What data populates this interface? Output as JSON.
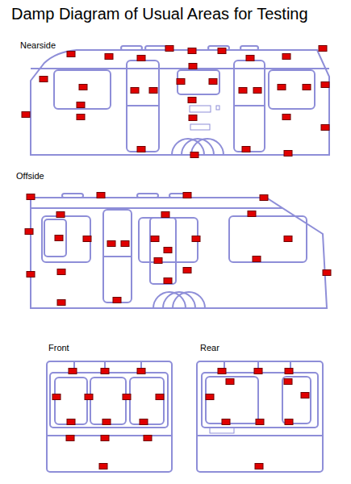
{
  "diagram": {
    "title": "Damp Diagram of Usual Areas for Testing",
    "labels": [
      "Nearside",
      "Offside",
      "Front",
      "Rear"
    ]
  }
}
